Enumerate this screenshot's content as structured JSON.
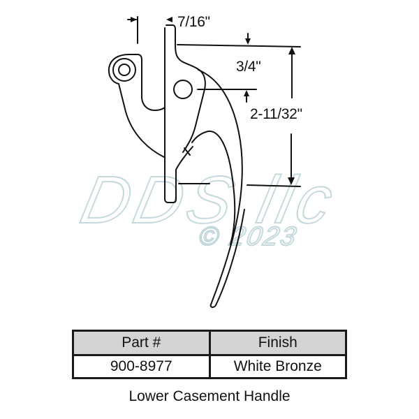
{
  "diagram": {
    "dimensions": {
      "width_label": "7/16\"",
      "top_offset_label": "3/4\"",
      "overall_height_label": "2-11/32\""
    },
    "watermark": {
      "main": "DDS llc",
      "sub": "© 2023",
      "color": "#bcd3d8"
    }
  },
  "spec_table": {
    "headers": [
      "Part #",
      "Finish"
    ],
    "rows": [
      [
        "900-8977",
        "White Bronze"
      ]
    ],
    "header_bg": "#d4d4d4"
  },
  "caption": "Lower Casement Handle"
}
